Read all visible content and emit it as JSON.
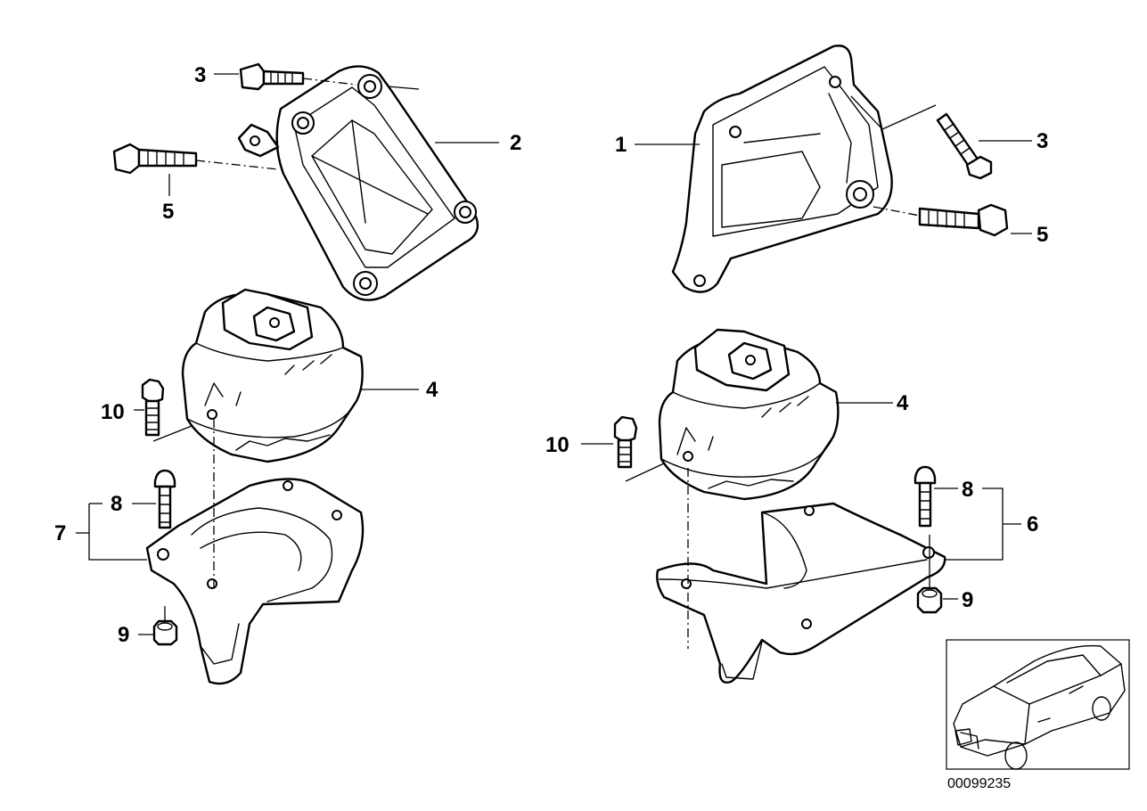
{
  "diagram": {
    "reference_number": "00099235",
    "callouts": {
      "left_bracket": "2",
      "left_bolt_top": "3",
      "left_bolt_long": "5",
      "left_mount": "4",
      "left_mount_bolt": "10",
      "left_support_group": "7",
      "left_support_bolt": "8",
      "left_nut": "9",
      "right_bracket": "1",
      "right_bolt_top": "3",
      "right_bolt_long": "5",
      "right_mount": "4",
      "right_mount_bolt": "10",
      "right_support_group": "6",
      "right_support_bolt": "8",
      "right_nut": "9"
    }
  }
}
